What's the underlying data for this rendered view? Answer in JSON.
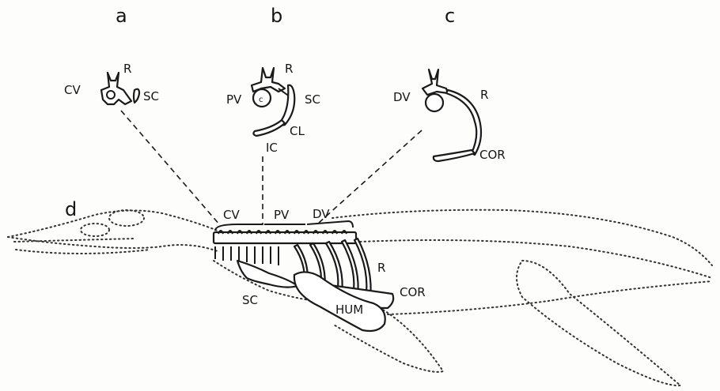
{
  "panels": {
    "a": "a",
    "b": "b",
    "c": "c",
    "d": "d"
  },
  "panel_a": {
    "vertebra": "CV",
    "rib": "R",
    "scapula": "SC"
  },
  "panel_b": {
    "vertebra": "PV",
    "rib": "R",
    "scapula": "SC",
    "clavicle": "CL",
    "interclavicle": "IC"
  },
  "panel_c": {
    "vertebra": "DV",
    "rib": "R",
    "coracoid": "COR"
  },
  "panel_d": {
    "cervical": "CV",
    "pectoral": "PV",
    "dorsal": "DV",
    "rib": "R",
    "coracoid": "COR",
    "scapula": "SC",
    "humerus": "HUM"
  }
}
